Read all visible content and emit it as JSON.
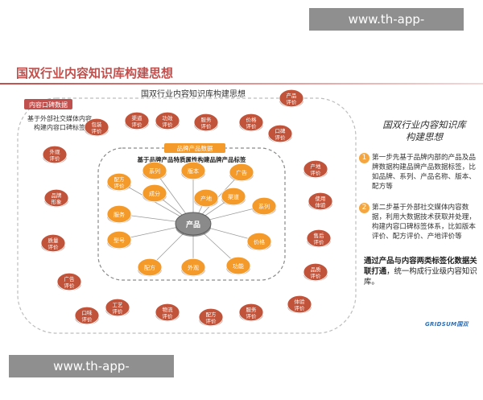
{
  "watermarks": {
    "top": "www.th-app-kaiyun.com",
    "bottom": "www.th-app-kaiyun.com"
  },
  "title": "国双行业内容知识库构建思想",
  "diagram": {
    "outer_title": "国双行业内容知识库构建思想",
    "outer_label": "内容口碑数据",
    "outer_desc": [
      "基于外部社交媒体内容",
      "构建内容口碑标签"
    ],
    "inner_label": "品牌产品数据",
    "inner_desc": "基于品牌产品特质属性构建品牌产品标签",
    "center": "产品",
    "inner_nodes": [
      [
        "配方",
        "评价"
      ],
      [
        "系列"
      ],
      [
        "版本"
      ],
      [
        "广告"
      ],
      [
        "系列"
      ],
      [
        "价格"
      ],
      [
        "功能"
      ],
      [
        "外观"
      ],
      [
        "配方"
      ],
      [
        "型号"
      ],
      [
        "服务"
      ],
      [
        "成分"
      ],
      [
        "渠道"
      ],
      [
        "产地"
      ]
    ],
    "outer_nodes": [
      [
        "外观",
        "评价"
      ],
      [
        "包装",
        "评价"
      ],
      [
        "渠道",
        "评价"
      ],
      [
        "功效",
        "评价"
      ],
      [
        "服务",
        "评价"
      ],
      [
        "价格",
        "评价"
      ],
      [
        "口碑",
        "评价"
      ],
      [
        "产地",
        "评价"
      ],
      [
        "使用",
        "体验"
      ],
      [
        "售后",
        "评价"
      ],
      [
        "品质",
        "评价"
      ],
      [
        "体验",
        "评价"
      ],
      [
        "服务",
        "评价"
      ],
      [
        "配方",
        "评价"
      ],
      [
        "物流",
        "评价"
      ],
      [
        "工艺",
        "评价"
      ],
      [
        "广告",
        "评价"
      ],
      [
        "质量",
        "评价"
      ],
      [
        "品牌",
        "形象"
      ],
      [
        "口味",
        "评价"
      ],
      [
        "产品",
        "评价"
      ]
    ]
  },
  "side": {
    "title_lines": [
      "国双行业内容知识库",
      "构建思想"
    ],
    "steps": [
      {
        "num": "1",
        "text": "第一步先基于品牌内部的产品及品牌数据构建品牌产品数据标签，比如品牌、系列、产品名称、版本、配方等"
      },
      {
        "num": "2",
        "text": "第二步基于外部社交媒体内容数据，利用大数据技术获取并处理，构建内容口碑标签体系，比如版本评价、配方评价、产地评价等"
      }
    ],
    "conclusion_bold": "通过产品与内容两类标签化数据关联打通",
    "conclusion_rest": "，统一构成行业级内容知识库。",
    "logo": "GRIDSUM国双"
  },
  "colors": {
    "accent": "#c0504d",
    "inner_node": "#f39a2b",
    "outer_node": "#c0533a",
    "center_node": "#8a8a8a",
    "step_badge": "#f5a640"
  }
}
